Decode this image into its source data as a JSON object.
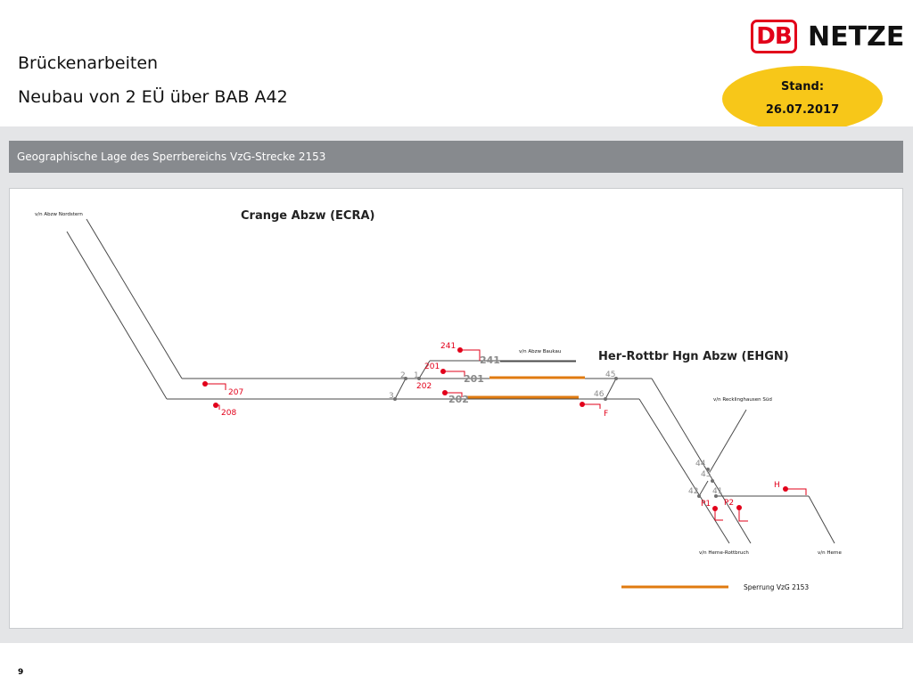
{
  "header": {
    "title_line1": "Brückenarbeiten",
    "title_line2": "Neubau von 2 EÜ über BAB A42",
    "logo": {
      "db": "DB",
      "text": "NETZE"
    },
    "stand": {
      "label": "Stand:",
      "date": "26.07.2017"
    }
  },
  "section": {
    "title": "Geographische Lage des Sperrbereichs VzG-Strecke 2153"
  },
  "diagram": {
    "stations": {
      "crange": "Crange Abzw (ECRA)",
      "herne": "Her-Rottbr Hgn Abzw (EHGN)"
    },
    "directions": {
      "nordstern": "v/n Abzw Nordstern",
      "baukau": "v/n Abzw Baukau",
      "recklinghausen": "v/n Recklinghausen Süd",
      "herne_rottbruch": "v/n Herne-Rottbruch",
      "herne": "v/n Herne"
    },
    "tracks": {
      "t241": "241",
      "t201": "201",
      "t202": "202"
    },
    "switches": {
      "s1": "1",
      "s2": "2",
      "s3": "3",
      "s41": "41",
      "s42": "42",
      "s43": "43",
      "s44": "44",
      "s45": "45",
      "s46": "46"
    },
    "signals": {
      "s241": "241",
      "s201": "201",
      "s202": "202",
      "s207": "207",
      "s208": "208",
      "sF": "F",
      "sH": "H",
      "sP1": "P1",
      "sP2": "P2"
    },
    "legend": {
      "label": "Sperrung VzG 2153"
    },
    "colors": {
      "track": "#4a4a4a",
      "signal": "#e2001a",
      "closure": "#e07b10",
      "switch_label": "#8a8a8a"
    }
  },
  "footer": {
    "page_number": "9"
  }
}
